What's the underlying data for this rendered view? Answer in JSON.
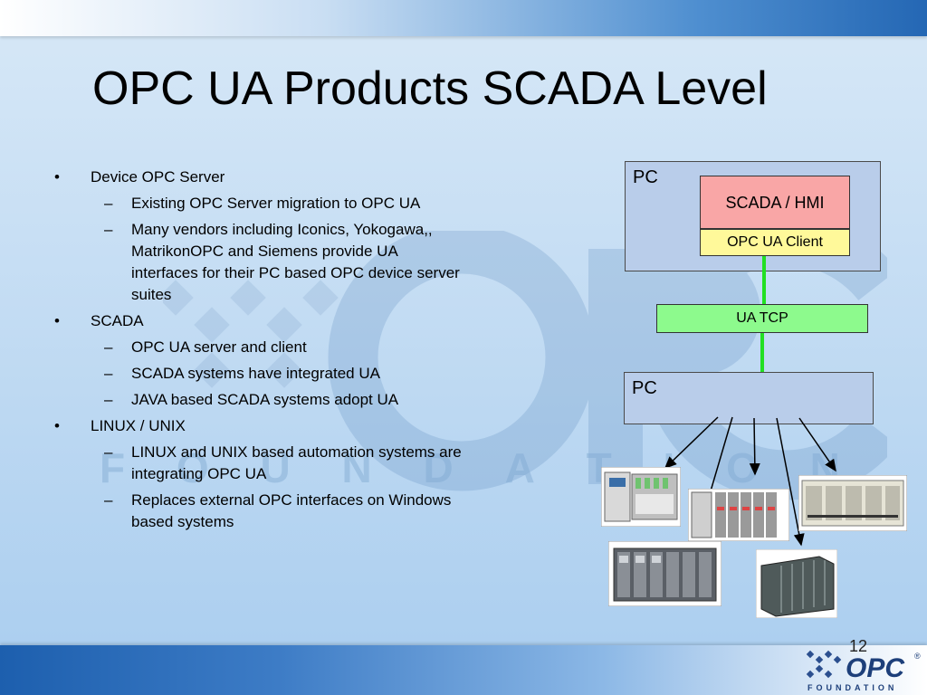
{
  "slide": {
    "title": "OPC UA Products SCADA Level",
    "page_number": "12"
  },
  "bullets": [
    {
      "text": "Device OPC Server",
      "sub": [
        "Existing OPC Server migration to OPC UA",
        "Many vendors including Iconics, Yokogawa,, MatrikonOPC and Siemens provide UA interfaces for their PC based OPC device server suites"
      ]
    },
    {
      "text": "SCADA",
      "sub": [
        "OPC UA server and client",
        "SCADA systems have integrated UA",
        "JAVA based SCADA systems adopt UA"
      ]
    },
    {
      "text": "LINUX / UNIX",
      "sub": [
        "LINUX and UNIX based automation systems are integrating OPC UA",
        "Replaces external OPC interfaces on Windows based systems"
      ]
    }
  ],
  "diagram": {
    "pc_top_label": "PC",
    "scada_hmi": "SCADA / HMI",
    "opc_ua_client": "OPC UA Client",
    "ua_tcp": "UA TCP",
    "pc_bottom_label": "PC",
    "colors": {
      "pc_fill": "#b9cdea",
      "scada_fill": "#f9a6a6",
      "client_fill": "#fff99a",
      "tcp_fill": "#8dfa8d",
      "link": "#22e022"
    },
    "devices": [
      "plc-module-icon",
      "plc-rack-icon",
      "plc-controller-icon",
      "plc-chassis-icon",
      "plc-cabinet-icon"
    ]
  },
  "watermark": {
    "letters": [
      "F",
      "O",
      "U",
      "N",
      "D",
      "A",
      "T",
      "I",
      "O",
      "N"
    ]
  },
  "footer": {
    "logo_name": "opc-foundation-logo",
    "logo_text": "OPC",
    "logo_subtext": "FOUNDATION"
  }
}
